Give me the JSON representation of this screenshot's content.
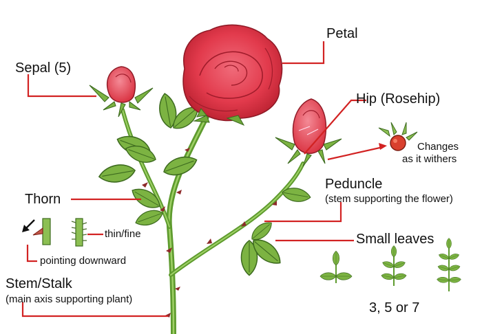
{
  "labels": {
    "petal": "Petal",
    "sepal": "Sepal (5)",
    "hip": "Hip (Rosehip)",
    "changes_line1": "Changes",
    "changes_line2": "as it withers",
    "thorn": "Thorn",
    "thin_fine": "thin/fine",
    "pointing_downward": "pointing downward",
    "peduncle": "Peduncle",
    "peduncle_desc": "(stem supporting the flower)",
    "small_leaves": "Small leaves",
    "stem": "Stem/Stalk",
    "stem_desc": "(main axis supporting plant)",
    "leaflet_counts": "3, 5 or 7"
  },
  "colors": {
    "leader_line": "#d22222",
    "petal_red": "#e23a4c",
    "stem_green": "#6fa83a",
    "leaf_green": "#7cb342"
  }
}
